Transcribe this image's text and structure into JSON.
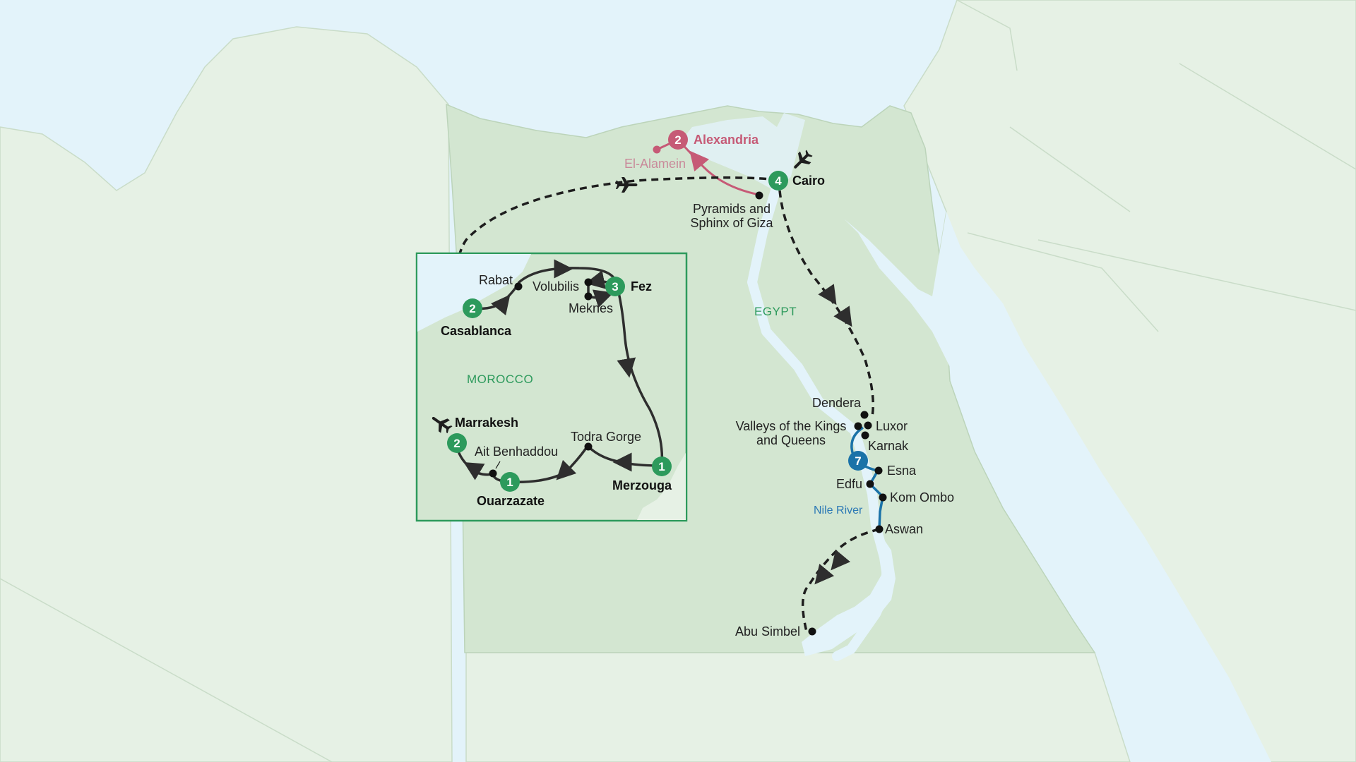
{
  "colors": {
    "sea": "#e3f3fa",
    "land": "#e6f1e5",
    "egypt": "#d3e6d1",
    "route": "#2e2e2e",
    "nile_route": "#1a72a8",
    "alexandria_route": "#c65a76",
    "stop_badge_green": "#2d9a5c",
    "stop_badge_blue": "#1a72a8",
    "stop_badge_pink": "#c65a76"
  },
  "icons": {
    "flight": "airplane-icon"
  },
  "egypt": {
    "country_label": "EGYPT",
    "river_label": "Nile River",
    "stops": {
      "alexandria": {
        "label": "Alexandria",
        "nights": "2"
      },
      "el_alamein": {
        "label": "El-Alamein"
      },
      "cairo": {
        "label": "Cairo",
        "nights": "4"
      },
      "giza": {
        "label_line1": "Pyramids and",
        "label_line2": "Sphinx of Giza"
      },
      "dendera": {
        "label": "Dendera"
      },
      "valleys": {
        "label_line1": "Valleys of the Kings",
        "label_line2": "and Queens"
      },
      "luxor": {
        "label": "Luxor"
      },
      "karnak": {
        "label": "Karnak"
      },
      "cruise": {
        "nights": "7"
      },
      "esna": {
        "label": "Esna"
      },
      "edfu": {
        "label": "Edfu"
      },
      "kom_ombo": {
        "label": "Kom Ombo"
      },
      "aswan": {
        "label": "Aswan"
      },
      "abu_simbel": {
        "label": "Abu Simbel"
      }
    }
  },
  "morocco": {
    "country_label": "MOROCCO",
    "stops": {
      "casablanca": {
        "label": "Casablanca",
        "nights": "2"
      },
      "rabat": {
        "label": "Rabat"
      },
      "volubilis": {
        "label": "Volubilis"
      },
      "meknes": {
        "label": "Meknes"
      },
      "fez": {
        "label": "Fez",
        "nights": "3"
      },
      "merzouga": {
        "label": "Merzouga",
        "nights": "1"
      },
      "todra_gorge": {
        "label": "Todra Gorge"
      },
      "ouarzazate": {
        "label": "Ouarzazate",
        "nights": "1"
      },
      "ait_benhaddou": {
        "label": "Ait Benhaddou"
      },
      "marrakesh": {
        "label": "Marrakesh",
        "nights": "2"
      }
    }
  }
}
